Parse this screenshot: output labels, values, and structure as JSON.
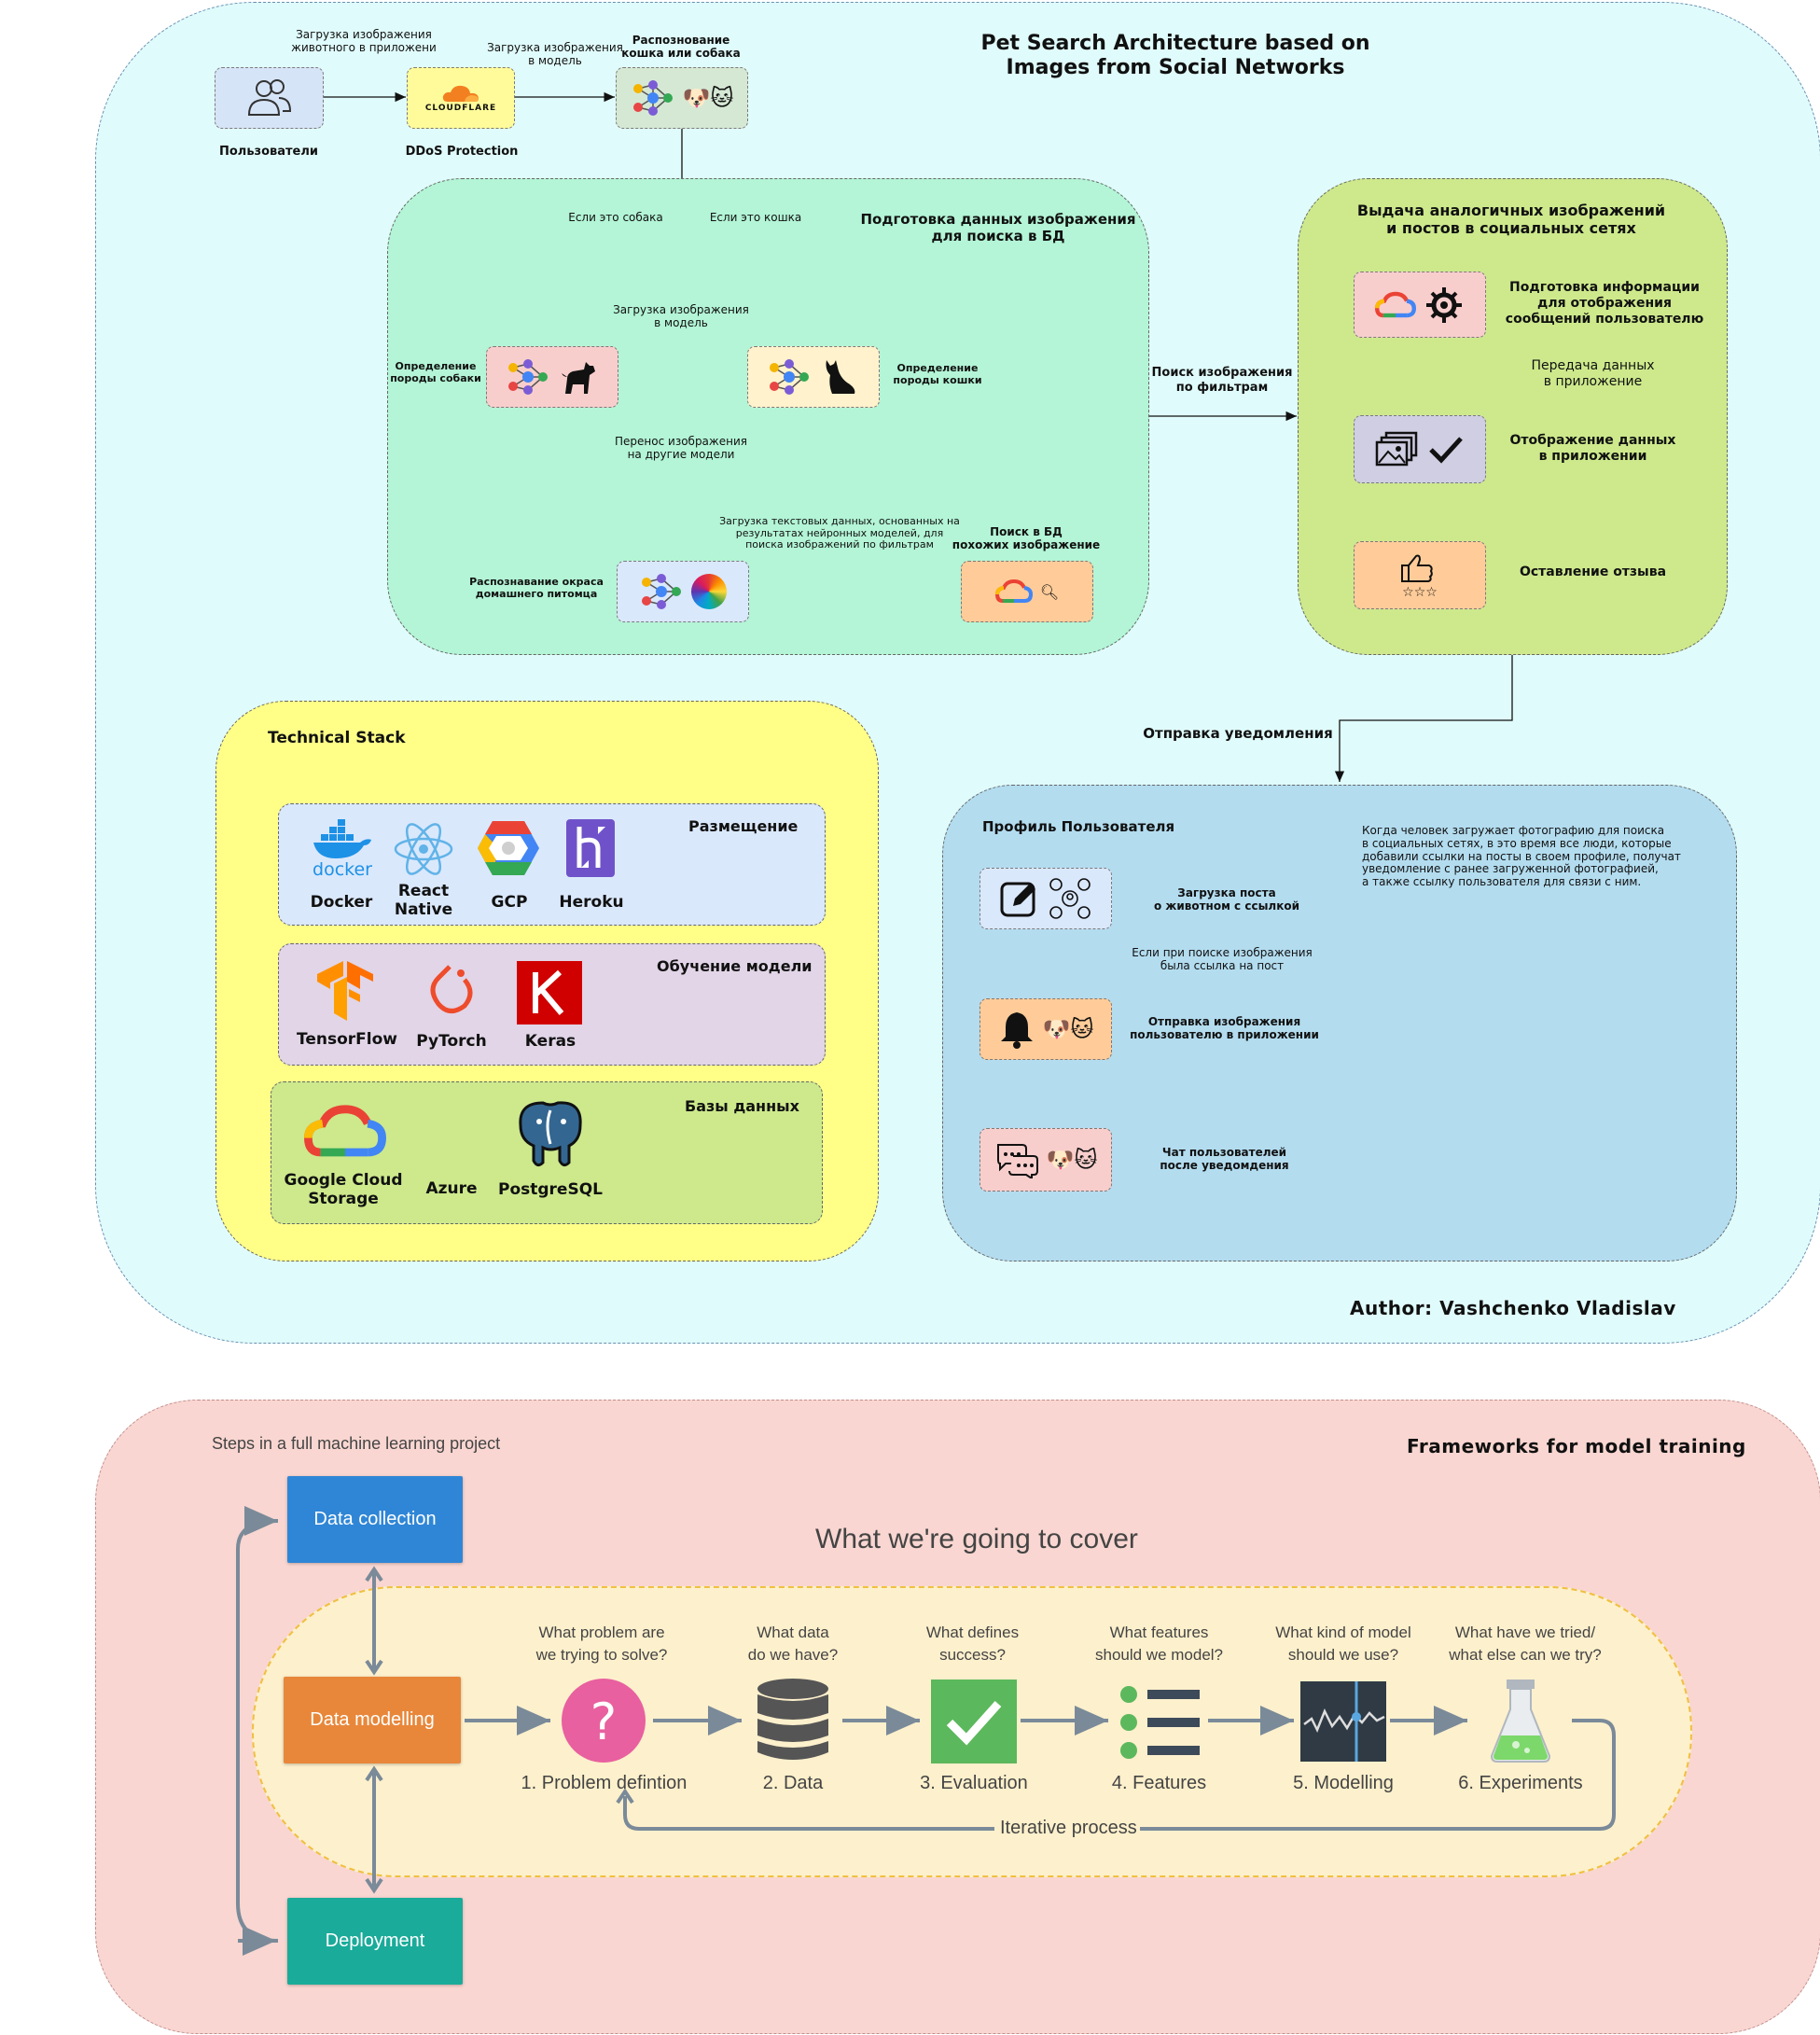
{
  "title": "Pet Search Architecture based on\nImages from Social Networks",
  "author": "Author: Vashchenko Vladislav",
  "top": {
    "users_label": "Пользователи",
    "ddos_label": "DDoS Protection",
    "cloudflare_text": "CLOUDFLARE",
    "edge_upload_app": "Загрузка изображения\nживотного в приложени",
    "edge_upload_model": "Загрузка изображения\nв модель",
    "recognize_label": "Распознование\nкошка или собака"
  },
  "prep": {
    "title": "Подготовка данных изображения\nдля поиска в БД",
    "if_dog": "Если это собака",
    "if_cat": "Если это кошка",
    "upload_model": "Загрузка изображения\nв модель",
    "dog_breed": "Определение\nпороды собаки",
    "cat_breed": "Определение\nпороды кошки",
    "transfer": "Перенос изображения\nна другие модели",
    "color_label": "Распознавание окраса\nдомашнего питомца",
    "text_upload": "Загрузка текстовых данных, основанных на\nрезультатах нейронных моделей, для\nпоиска изображений по фильтрам",
    "db_search": "Поиск в БД\nпохожих изображение"
  },
  "search_filters": "Поиск изображения\nпо фильтрам",
  "output": {
    "title": "Выдача аналогичных изображений\nи постов в социальных сетях",
    "prepare_info": "Подготовка информации\nдля отображения\nсообщений пользователю",
    "transfer_app": "Передача данных\nв приложение",
    "display": "Отображение данных\nв приложении",
    "feedback": "Оставление отзыва"
  },
  "notification": "Отправка уведомления",
  "profile": {
    "title": "Профиль Пользователя",
    "description": "Когда человек загружает фотографию для поиска\nв социальных сетях, в это время все люди, которые\nдобавили ссылки на посты в своем профиле, получат\nуведомление с ранее загруженной фотографией,\n а также ссылку пользователя для связи с ним.",
    "upload_post": "Загрузка поста\nо животном с ссылкой",
    "if_link": "Если при поиске изображения\nбыла ссылка на пост",
    "send_image": "Отправка изображения\nпользователю в приложении",
    "chat": "Чат пользователей\nпосле уведомдения"
  },
  "stack": {
    "title": "Technical Stack",
    "hosting": {
      "title": "Размещение",
      "items": [
        "Docker",
        "React\nNative",
        "GCP",
        "Heroku"
      ],
      "docker_logo_text": "docker"
    },
    "training": {
      "title": "Обучение модели",
      "items": [
        "TensorFlow",
        "PyTorch",
        "Keras"
      ]
    },
    "databases": {
      "title": "Базы данных",
      "items": [
        "Google Cloud\nStorage",
        "Azure",
        "PostgreSQL"
      ]
    }
  },
  "ml": {
    "frameworks_title": "Frameworks for model training",
    "steps_title": "Steps in a full machine learning project",
    "cover_title": "What we're going to cover",
    "data_collection": "Data collection",
    "data_modelling": "Data modelling",
    "deployment": "Deployment",
    "questions": [
      "What problem are\nwe trying to solve?",
      "What data\ndo we have?",
      "What defines\nsuccess?",
      "What features\nshould we model?",
      "What kind of model\nshould we use?",
      "What have we tried/\nwhat else can we try?"
    ],
    "steps": [
      "1. Problem defintion",
      "2. Data",
      "3. Evaluation",
      "4. Features",
      "5. Modelling",
      "6. Experiments"
    ],
    "iterative": "Iterative process"
  },
  "colors": {
    "outer_top": "#e0fbfb",
    "prep": "#b3f5d6",
    "output": "#cde98c",
    "stack": "#ffff88",
    "profile": "#b3dcef",
    "ml_bg": "#f9d6d1",
    "ml_inner": "#fdf0cc",
    "blue_step": "#2f86d6",
    "orange_step": "#e8873a",
    "teal_step": "#1aab9a"
  }
}
